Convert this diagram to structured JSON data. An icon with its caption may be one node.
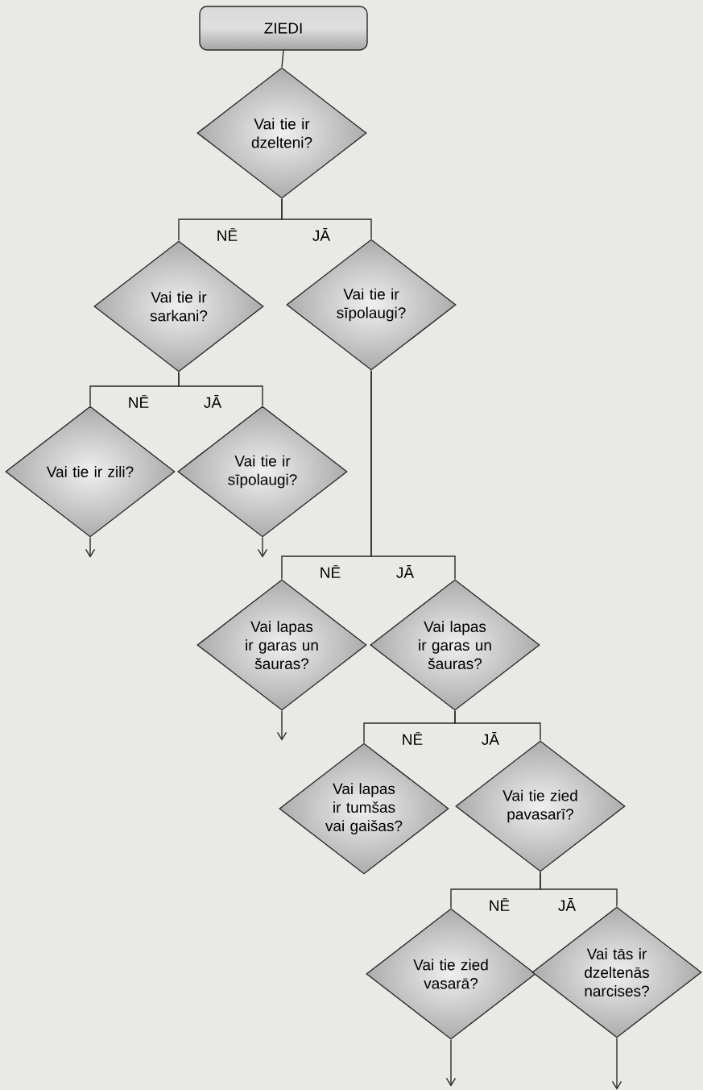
{
  "diagram": {
    "nodes": [
      {
        "text": [
          "ZIEDI"
        ]
      },
      {
        "text": [
          "Vai tie ir dzelteni?"
        ]
      },
      {
        "text": [
          "Vai tie ir sarkani?"
        ]
      },
      {
        "text": [
          "Vai tie ir sīpolaugi?"
        ]
      },
      {
        "text": [
          "Vai tie ir zili?"
        ]
      },
      {
        "text": [
          "Vai tie ir sīpolaugi?"
        ]
      },
      {
        "text": [
          "Vai lapas ir garas un šauras?"
        ]
      },
      {
        "text": [
          "Vai lapas ir garas un šauras?"
        ]
      },
      {
        "text": [
          "Vai lapas ir tumšas vai gaišas?"
        ]
      },
      {
        "text": [
          "Vai tie zied pavasarī?"
        ]
      },
      {
        "text": [
          "Vai tie zied vasarā?"
        ]
      },
      {
        "text": [
          "Vai tās ir dzeltenās narcises?"
        ]
      }
    ],
    "edges": [
      {
        "from": 0,
        "to": 1,
        "arrow": "none"
      },
      {
        "from": 1,
        "to": 2,
        "arrow": "none",
        "label": "NĒ"
      },
      {
        "from": 1,
        "to": 3,
        "arrow": "none",
        "label": "JĀ"
      },
      {
        "from": 2,
        "to": 4,
        "arrow": "none",
        "label": "NĒ"
      },
      {
        "from": 2,
        "to": 5,
        "arrow": "none",
        "label": "JĀ"
      },
      {
        "from": 4,
        "to": null,
        "arrow": "to"
      },
      {
        "from": 5,
        "to": null,
        "arrow": "to"
      },
      {
        "from": 3,
        "to": 6,
        "arrow": "none",
        "label": "NĒ"
      },
      {
        "from": 3,
        "to": 7,
        "arrow": "none",
        "label": "JĀ"
      },
      {
        "from": 6,
        "to": null,
        "arrow": "to"
      },
      {
        "from": 7,
        "to": 8,
        "arrow": "none",
        "label": "NĒ"
      },
      {
        "from": 7,
        "to": 9,
        "arrow": "none",
        "label": "JĀ"
      },
      {
        "from": 9,
        "to": 10,
        "arrow": "none",
        "label": "NĒ"
      },
      {
        "from": 9,
        "to": 11,
        "arrow": "none",
        "label": "JĀ"
      },
      {
        "from": 10,
        "to": null,
        "arrow": "to"
      },
      {
        "from": 11,
        "to": null,
        "arrow": "to"
      }
    ]
  }
}
